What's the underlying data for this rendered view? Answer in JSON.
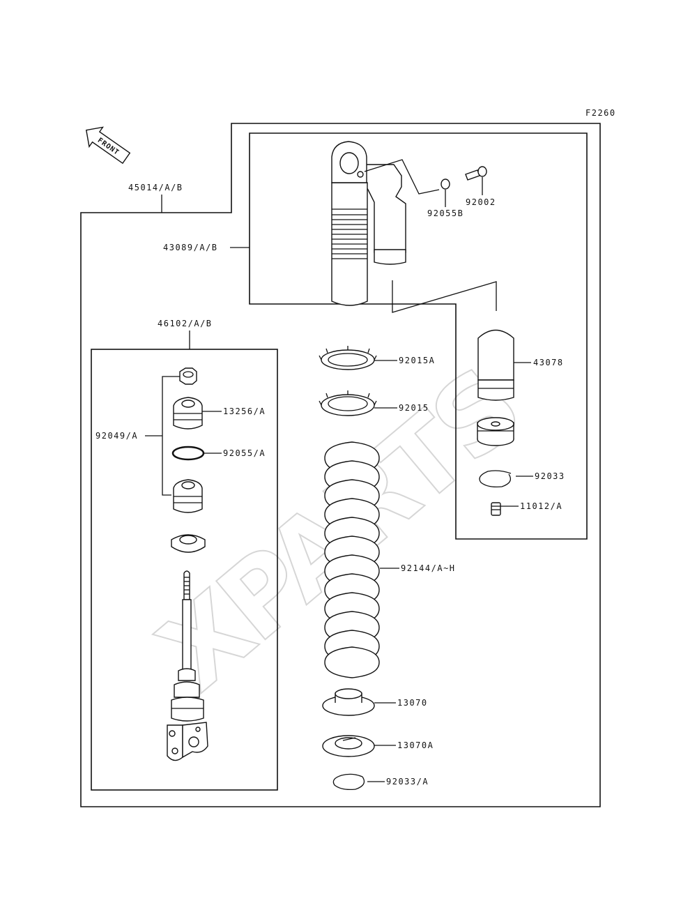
{
  "figure_code": "F2260",
  "front_label": "FRONT",
  "watermark": "XPARTS",
  "labels": {
    "assembly": "45014/A/B",
    "body": "43089/A/B",
    "rod": "46102/A/B",
    "p92055B": "92055B",
    "p92002": "92002",
    "p43078": "43078",
    "p92033": "92033",
    "p11012": "11012/A",
    "p92015A": "92015A",
    "p92015": "92015",
    "p92144": "92144/A~H",
    "p13070": "13070",
    "p13070A": "13070A",
    "p92033A": "92033/A",
    "p92049": "92049/A",
    "p13256": "13256/A",
    "p92055A": "92055/A"
  }
}
